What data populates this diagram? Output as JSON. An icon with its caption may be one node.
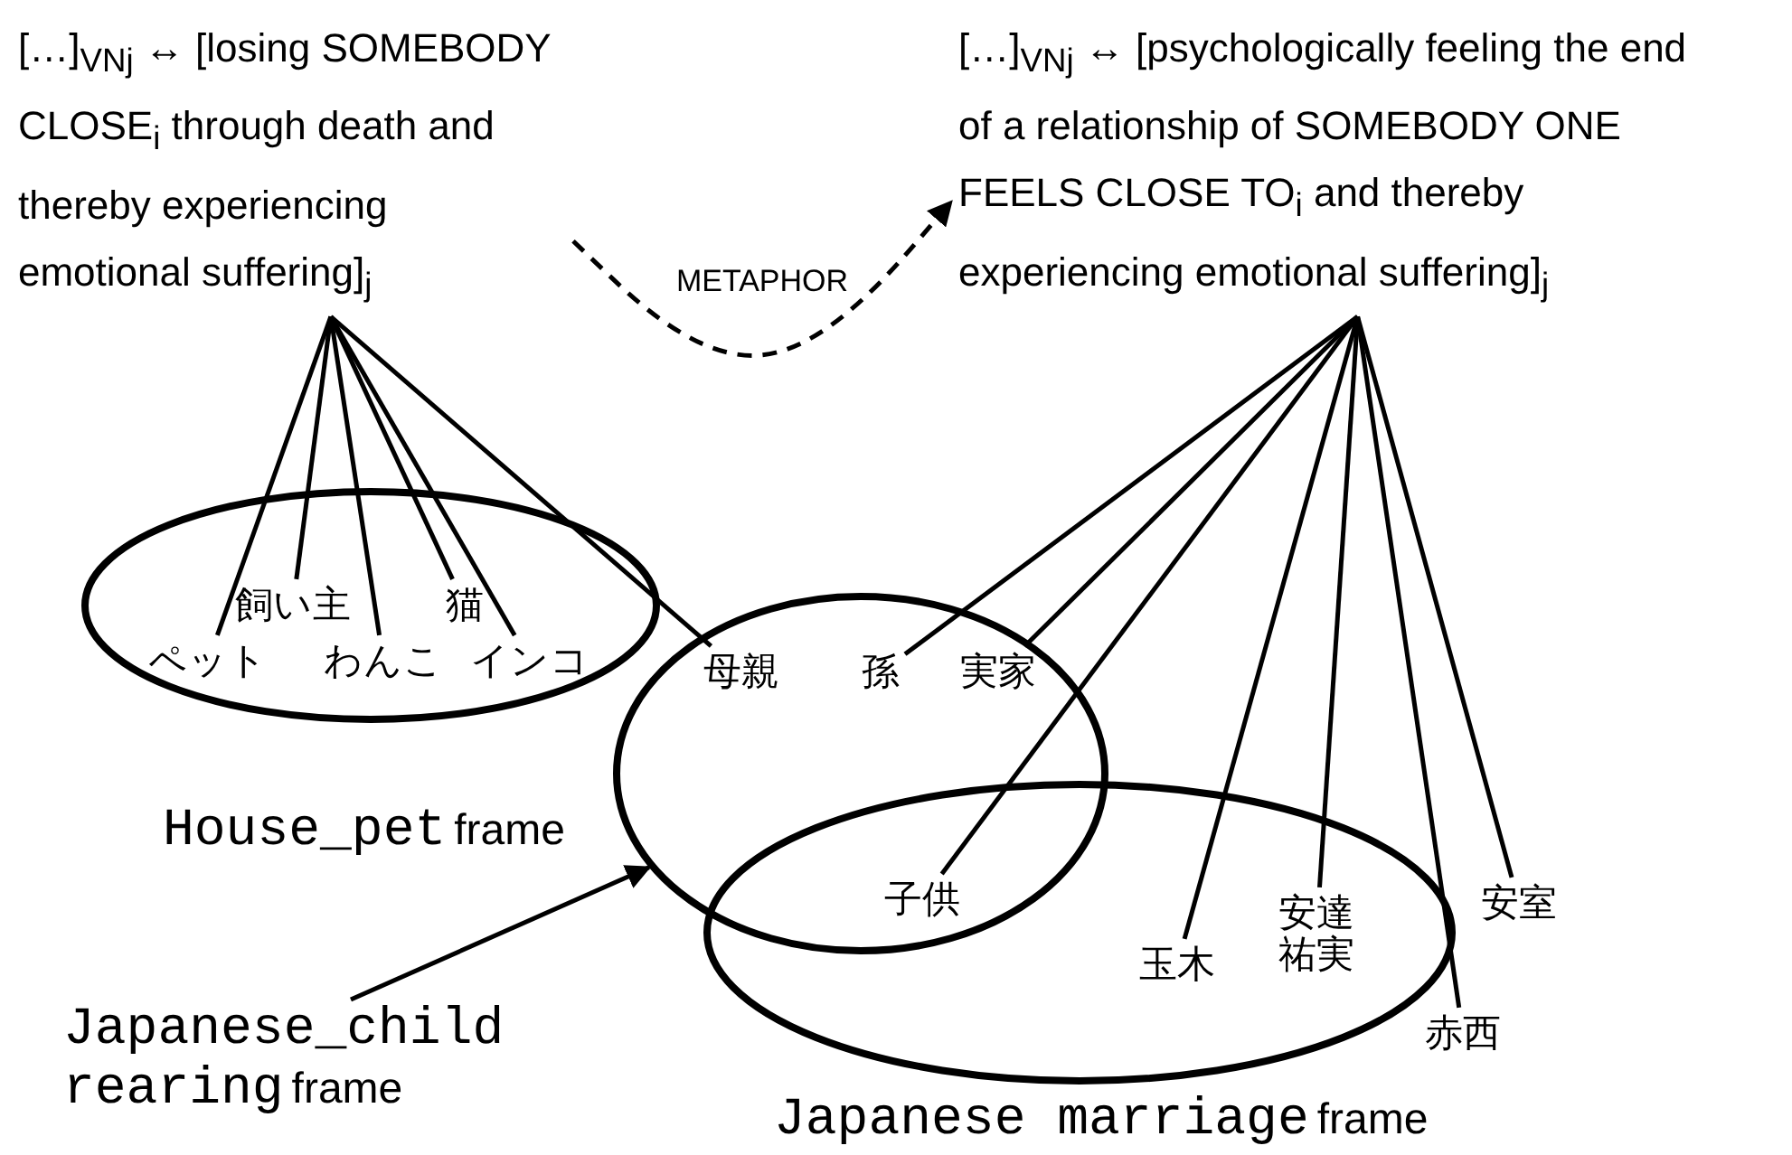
{
  "diagram": {
    "nodes": [
      {
        "text": [
          "[…]$_{VNj}$ ↔ [losing SOMEBODY CLOSE$_{i}$ through death and thereby experiencing emotional suffering]$_{j}$"
        ]
      },
      {
        "text": [
          "[…]$_{VNj}$ ↔ [psychologically feeling the end of a relationship of SOMEBODY ONE FEELS CLOSE TO$_{i}$ and thereby experiencing emotional suffering]$_{j}$"
        ]
      },
      {
        "text": [],
        "shape": "ellipse",
        "beside": [
          "House_pet",
          "frame"
        ]
      },
      {
        "text": [
          "飼い主"
        ],
        "in": 2
      },
      {
        "text": [
          "猫"
        ],
        "in": 2
      },
      {
        "text": [
          "ペット"
        ],
        "in": 2
      },
      {
        "text": [
          "わんこ"
        ],
        "in": 2
      },
      {
        "text": [
          "インコ"
        ],
        "in": 2
      },
      {
        "text": [],
        "shape": "ellipse"
      },
      {
        "text": [
          "母親"
        ],
        "in": 8
      },
      {
        "text": [
          "孫"
        ],
        "in": 8
      },
      {
        "text": [
          "実家"
        ],
        "in": 8
      },
      {
        "text": [],
        "shape": "ellipse",
        "beside": [
          "Japanese marriage",
          "frame"
        ]
      },
      {
        "text": [
          "子供"
        ]
      },
      {
        "text": [
          "安達祐実"
        ],
        "in": 12
      },
      {
        "text": [
          "玉木"
        ],
        "in": 12
      },
      {
        "text": [
          "安室"
        ]
      },
      {
        "text": [
          "赤西"
        ]
      },
      {
        "text": [
          "Japanese_child rearing",
          "frame"
        ]
      }
    ],
    "edges": [
      {
        "from": 0,
        "to": 5,
        "arrow": "none"
      },
      {
        "from": 0,
        "to": 3,
        "arrow": "none"
      },
      {
        "from": 0,
        "to": 6,
        "arrow": "none"
      },
      {
        "from": 0,
        "to": 4,
        "arrow": "none"
      },
      {
        "from": 0,
        "to": 7,
        "arrow": "none"
      },
      {
        "from": 0,
        "to": 9,
        "arrow": "none"
      },
      {
        "from": 1,
        "to": 10,
        "arrow": "none"
      },
      {
        "from": 1,
        "to": 11,
        "arrow": "none"
      },
      {
        "from": 1,
        "to": 13,
        "arrow": "none"
      },
      {
        "from": 1,
        "to": 15,
        "arrow": "none"
      },
      {
        "from": 1,
        "to": 14,
        "arrow": "none"
      },
      {
        "from": 1,
        "to": 17,
        "arrow": "none"
      },
      {
        "from": 1,
        "to": 16,
        "arrow": "none"
      },
      {
        "from": 0,
        "to": 1,
        "arrow": "to",
        "label": "METAPHOR",
        "style": "dashed"
      },
      {
        "from": 18,
        "to": 8,
        "arrow": "to"
      }
    ]
  }
}
